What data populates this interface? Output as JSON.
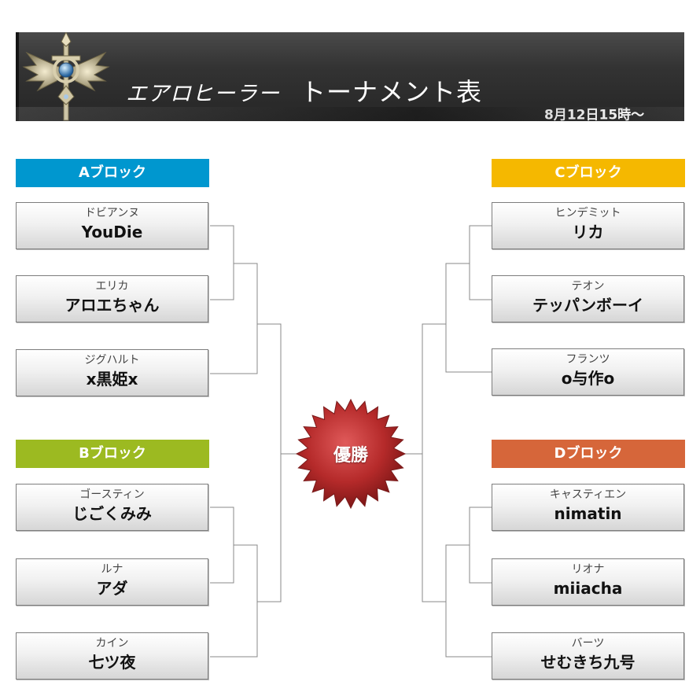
{
  "header": {
    "title_job": "エアロヒーラー",
    "title_main": "トーナメント表",
    "date": "8月12日15時～"
  },
  "blocks": {
    "A": {
      "label": "Aブロック",
      "color": "#0097cf"
    },
    "B": {
      "label": "Bブロック",
      "color": "#9cba21"
    },
    "C": {
      "label": "Cブロック",
      "color": "#f5b800"
    },
    "D": {
      "label": "Dブロック",
      "color": "#d6663a"
    }
  },
  "players": {
    "A": [
      {
        "char": "ドビアンヌ",
        "name": "YouDie"
      },
      {
        "char": "エリカ",
        "name": "アロエちゃん"
      },
      {
        "char": "ジグハルト",
        "name": "x黒姫x"
      }
    ],
    "B": [
      {
        "char": "ゴースティン",
        "name": "じごくみみ"
      },
      {
        "char": "ルナ",
        "name": "アダ"
      },
      {
        "char": "カイン",
        "name": "七ツ夜"
      }
    ],
    "C": [
      {
        "char": "ヒンデミット",
        "name": "リカ"
      },
      {
        "char": "テオン",
        "name": "テッパンボーイ"
      },
      {
        "char": "フランツ",
        "name": "o与作o"
      }
    ],
    "D": [
      {
        "char": "キャスティエン",
        "name": "nimatin"
      },
      {
        "char": "リオナ",
        "name": "miiacha"
      },
      {
        "char": "バーツ",
        "name": "せむきち九号"
      }
    ]
  },
  "champion": {
    "label": "優勝",
    "color": "#b52a2a"
  },
  "bracket_line_color": "#888888"
}
